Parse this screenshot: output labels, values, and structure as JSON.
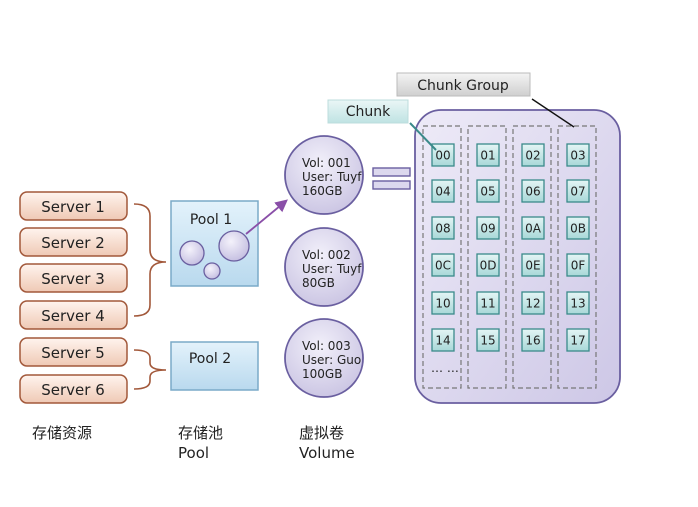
{
  "servers": [
    "Server 1",
    "Server 2",
    "Server 3",
    "Server 4",
    "Server 5",
    "Server 6"
  ],
  "pools": [
    {
      "label": "Pool  1"
    },
    {
      "label": "Pool 2"
    }
  ],
  "volumes": [
    {
      "vol": "Vol:   001",
      "user": "User: Tuyf",
      "size": "160GB"
    },
    {
      "vol": "Vol:   002",
      "user": "User: Tuyf",
      "size": "80GB"
    },
    {
      "vol": "Vol:   003",
      "user": "User: Guo",
      "size": "100GB"
    }
  ],
  "chunk_group": {
    "columns": [
      [
        "00",
        "04",
        "08",
        "0C",
        "10",
        "14"
      ],
      [
        "01",
        "05",
        "09",
        "0D",
        "11",
        "15"
      ],
      [
        "02",
        "06",
        "0A",
        "0E",
        "12",
        "16"
      ],
      [
        "03",
        "07",
        "0B",
        "0F",
        "13",
        "17"
      ]
    ],
    "ellipsis": "… …"
  },
  "callouts": {
    "chunk": "Chunk",
    "chunk_group": "Chunk Group"
  },
  "bottom_labels": {
    "storage_resource": "存储资源",
    "storage_pool_cn": "存储池",
    "storage_pool_en": "Pool",
    "virtual_volume_cn": "虚拟卷",
    "virtual_volume_en": "Volume"
  },
  "colors": {
    "server_fill": "#f7ddd0",
    "server_stroke": "#a2583a",
    "pool_fill": "#cfe6f4",
    "pool_stroke": "#7aaac8",
    "volume_fill": "#ddd9ee",
    "volume_stroke": "#6a5fa0",
    "group_fill": "#dcd8ee",
    "chunk_fill": "#c6e6e6",
    "chunk_stroke": "#3a8a8a",
    "arrow": "#8a4fa8"
  }
}
